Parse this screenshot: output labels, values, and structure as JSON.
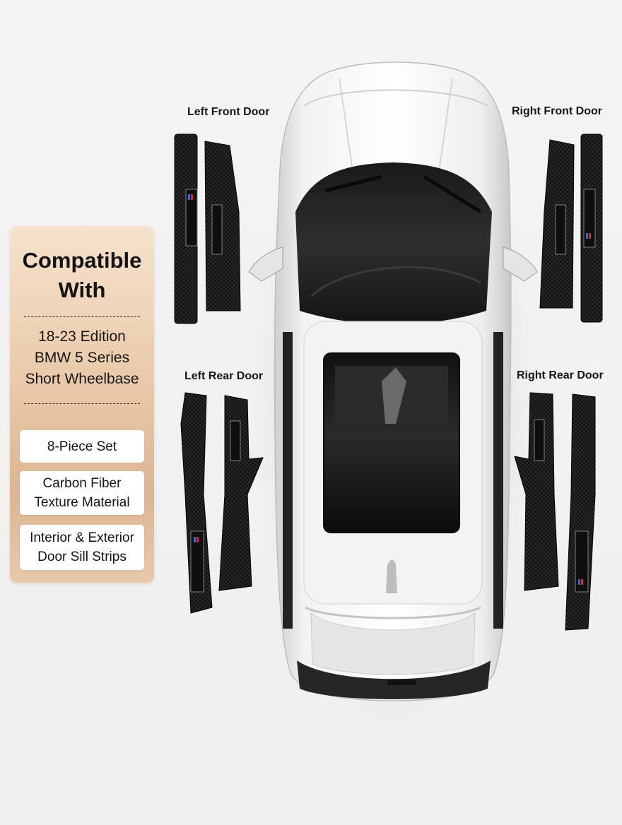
{
  "panel": {
    "title_line1": "Compatible",
    "title_line2": "With",
    "edition_line1": "18-23 Edition",
    "edition_line2": "BMW 5 Series",
    "edition_line3": "Short Wheelbase",
    "features": [
      {
        "line1": "8-Piece Set",
        "line2": ""
      },
      {
        "line1": "Carbon Fiber",
        "line2": "Texture Material"
      },
      {
        "line1": "Interior & Exterior",
        "line2": "Door Sill Strips"
      }
    ]
  },
  "labels": {
    "left_front": "Left Front Door",
    "right_front": "Right Front Door",
    "left_rear": "Left Rear Door",
    "right_rear": "Right Rear Door"
  },
  "colors": {
    "panel_top": "#f6e2cd",
    "panel_bottom": "#ddb592",
    "car_body": "#e8e8e8",
    "carbon": "#1a1a1a",
    "badge_blue": "#2a6fd6",
    "badge_red": "#d62a2a"
  },
  "icons": [
    "car-top-view",
    "door-sill-strip",
    "m-badge"
  ]
}
